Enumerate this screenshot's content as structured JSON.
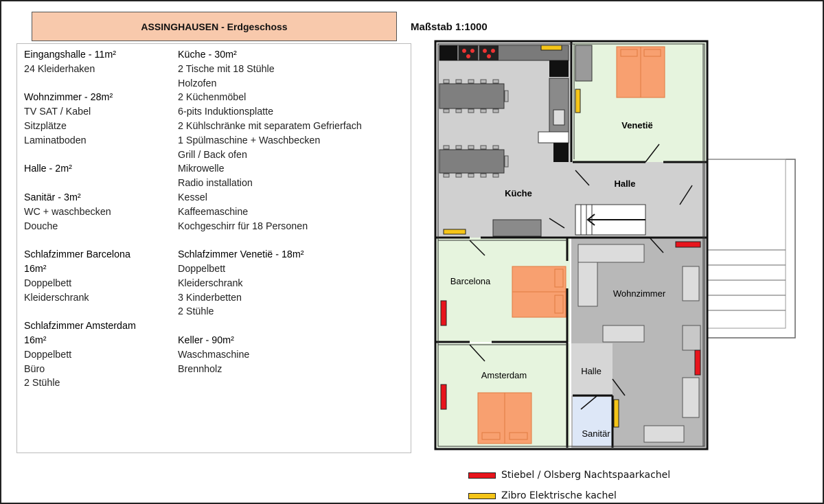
{
  "title": "ASSINGHAUSEN - Erdgeschoss",
  "scale": "Maßstab 1:1000",
  "column_left": [
    {
      "title": "Eingangshalle - 11m²",
      "items": [
        "24 Kleiderhaken"
      ]
    },
    {
      "title": "Wohnzimmer - 28m²",
      "items": [
        "TV SAT / Kabel",
        "Sitzplätze",
        "Laminatboden"
      ]
    },
    {
      "title": "Halle - 2m²",
      "items": []
    },
    {
      "title": "Sanitär - 3m²",
      "items": [
        "WC + waschbecken",
        "Douche"
      ]
    },
    {
      "title": "Schlafzimmer Barcelona",
      "title2": "16m²",
      "items": [
        "Doppelbett",
        "Kleiderschrank"
      ]
    },
    {
      "title": "Schlafzimmer Amsterdam",
      "title2": "16m²",
      "items": [
        "Doppelbett",
        "Büro",
        "2 Stühle"
      ]
    }
  ],
  "column_right": [
    {
      "title": "Küche - 30m²",
      "items": [
        "2 Tische mit 18 Stühle",
        "Holzofen",
        "2 Küchenmöbel",
        "6-pits Induktionsplatte",
        "2 Kühlschränke mit separatem Gefrierfach",
        "1 Spülmaschine + Waschbecken",
        "Grill / Back ofen",
        "Mikrowelle",
        "Radio installation",
        "Kessel",
        "Kaffeemaschine",
        "Kochgeschirr für  18 Personen"
      ]
    },
    {
      "title": "Schlafzimmer Venetië - 18m²",
      "items": [
        "Doppelbett",
        "Kleiderschrank",
        "3 Kinderbetten",
        "2 Stühle"
      ]
    },
    {
      "title": "Keller - 90m²",
      "items": [
        "Waschmaschine",
        "Brennholz"
      ]
    }
  ],
  "rooms": {
    "kueche": "Küche",
    "venetie": "Venetië",
    "halle_top": "Halle",
    "barcelona": "Barcelona",
    "wohnzimmer": "Wohnzimmer",
    "amsterdam": "Amsterdam",
    "halle_small": "Halle",
    "sanitaer": "Sanitär"
  },
  "legend": [
    {
      "label": "Stiebel / Olsberg Nachtspaarkachel",
      "color": "#e8141c"
    },
    {
      "label": "Zibro Elektrische kachel",
      "color": "#f5c518"
    }
  ],
  "colors": {
    "title_bg": "#f8c9ac",
    "bedroom_floor": "#e6f4de",
    "kitchen_floor": "#d0d0d0",
    "living_floor": "#b8b8b8",
    "sanitary_floor": "#dde7f7",
    "bed": "#f8a070"
  }
}
